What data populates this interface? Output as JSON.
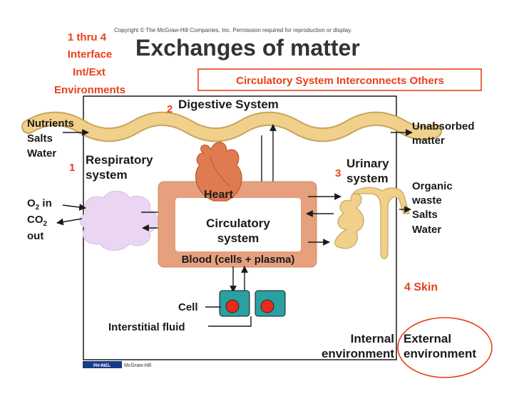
{
  "copyright": "Copyright © The McGraw-Hill Companies, Inc. Permission required for reproduction or display.",
  "title": "Exchanges of matter",
  "annotation_left": [
    "1 thru 4",
    "Interface",
    "Int/Ext",
    "Environments"
  ],
  "annotation_box": "Circulatory System Interconnects Others",
  "numbers": {
    "digestive": "2",
    "respiratory": "1",
    "urinary": "3",
    "skin": "4  Skin"
  },
  "labels": {
    "digestive_system": "Digestive System",
    "respiratory_system": [
      "Respiratory",
      "system"
    ],
    "urinary_system": [
      "Urinary",
      "system"
    ],
    "heart": "Heart",
    "circulatory_system": [
      "Circulatory",
      "system"
    ],
    "blood": "Blood (cells + plasma)",
    "cell": "Cell",
    "interstitial_fluid": "Interstitial fluid",
    "internal_environment": [
      "Internal",
      "environment"
    ],
    "external_environment": [
      "External",
      "environment"
    ]
  },
  "inputs_left": [
    "Nutrients",
    "Salts",
    "Water"
  ],
  "gas_in": {
    "base": "O",
    "sub": "2",
    "rest": " in"
  },
  "gas_out": {
    "base": "CO",
    "sub": "2",
    "rest": "out"
  },
  "outputs_right_top": [
    "Unabsorbed",
    "matter"
  ],
  "outputs_right": [
    "Organic",
    "waste",
    "Salts",
    "Water"
  ],
  "footer": {
    "logo": "PH-INEL",
    "publisher": "McGraw-Hill"
  },
  "colors": {
    "accent_red": "#e8401a",
    "tan": "#f0d08a",
    "blood": "#e6a07e",
    "cell": "#2aa0a0",
    "nucleus": "#e82a1a",
    "lung": "#ead5f2"
  }
}
